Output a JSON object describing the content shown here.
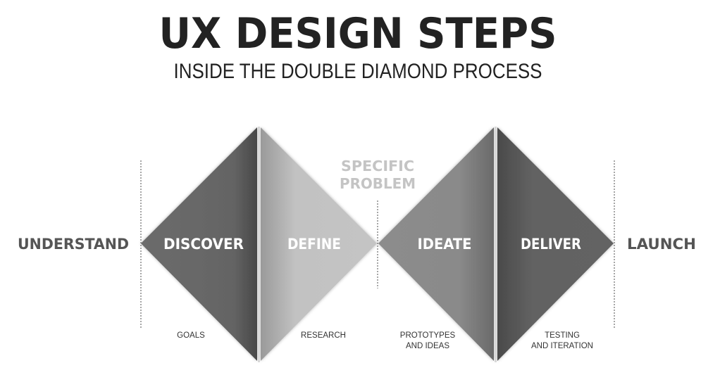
{
  "header": {
    "title": "UX DESIGN STEPS",
    "subtitle": "INSIDE THE DOUBLE DIAMOND PROCESS"
  },
  "diagram": {
    "start_label": "UNDERSTAND",
    "end_label": "LAUNCH",
    "middle_label": [
      "SPECIFIC",
      "PROBLEM"
    ],
    "phases": [
      {
        "name": "DISCOVER",
        "note": [
          "GOALS"
        ]
      },
      {
        "name": "DEFINE",
        "note": [
          "RESEARCH"
        ]
      },
      {
        "name": "IDEATE",
        "note": [
          "PROTOTYPES",
          "AND IDEAS"
        ]
      },
      {
        "name": "DELIVER",
        "note": [
          "TESTING",
          "AND ITERATION"
        ]
      }
    ]
  }
}
